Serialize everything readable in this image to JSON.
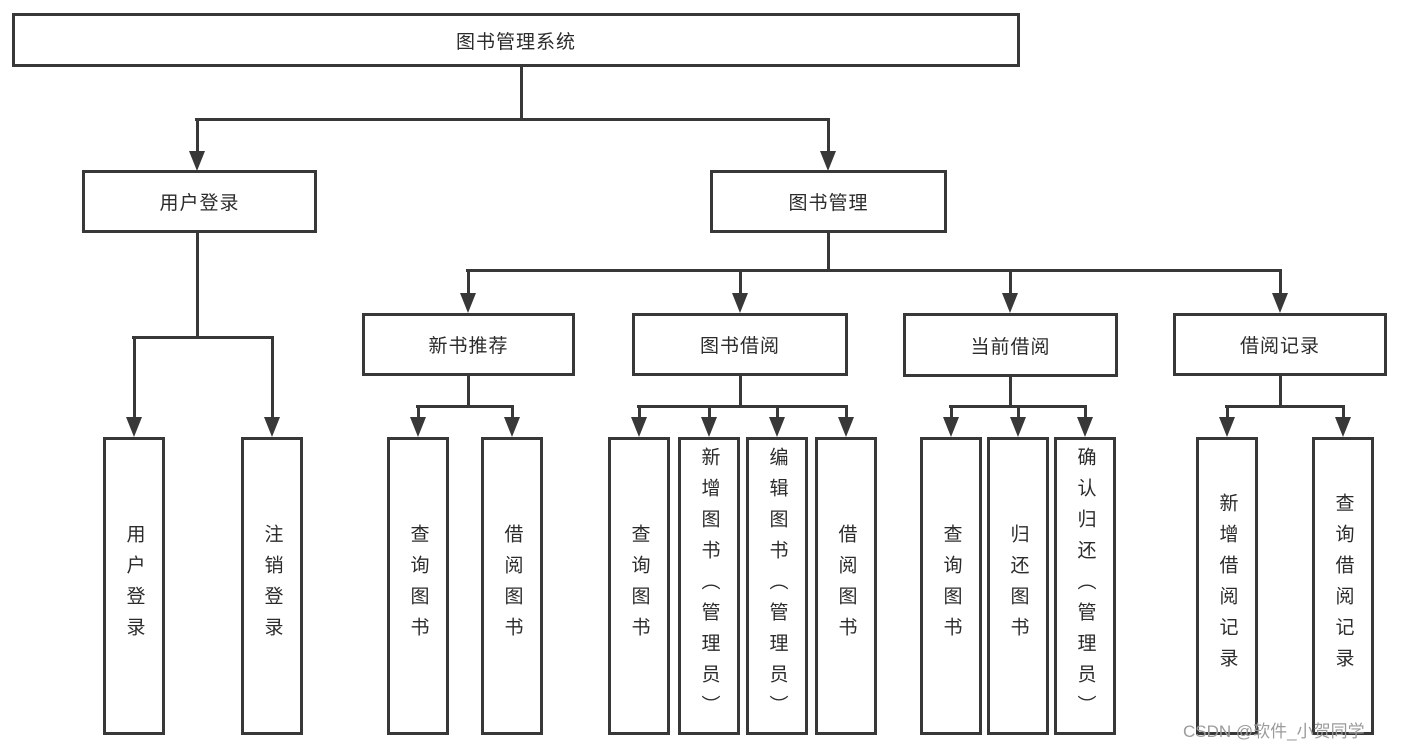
{
  "tree": {
    "label": "图书管理系统",
    "children": [
      {
        "label": "用户登录",
        "children": [
          {
            "label": "用户登录"
          },
          {
            "label": "注销登录"
          }
        ]
      },
      {
        "label": "图书管理",
        "children": [
          {
            "label": "新书推荐",
            "children": [
              {
                "label": "查询图书"
              },
              {
                "label": "借阅图书"
              }
            ]
          },
          {
            "label": "图书借阅",
            "children": [
              {
                "label": "查询图书"
              },
              {
                "label": "新增图书（管理员）"
              },
              {
                "label": "编辑图书（管理员）"
              },
              {
                "label": "借阅图书"
              }
            ]
          },
          {
            "label": "当前借阅",
            "children": [
              {
                "label": "查询图书"
              },
              {
                "label": "归还图书"
              },
              {
                "label": "确认归还（管理员）"
              }
            ]
          },
          {
            "label": "借阅记录",
            "children": [
              {
                "label": "新增借阅记录"
              },
              {
                "label": "查询借阅记录"
              }
            ]
          }
        ]
      }
    ]
  },
  "watermark": {
    "text": "CSDN @软件_小贺同学"
  },
  "colors": {
    "line": "#383838",
    "text": "#2b2b2b",
    "watermark": "#9b9b9b",
    "background": "#ffffff"
  }
}
